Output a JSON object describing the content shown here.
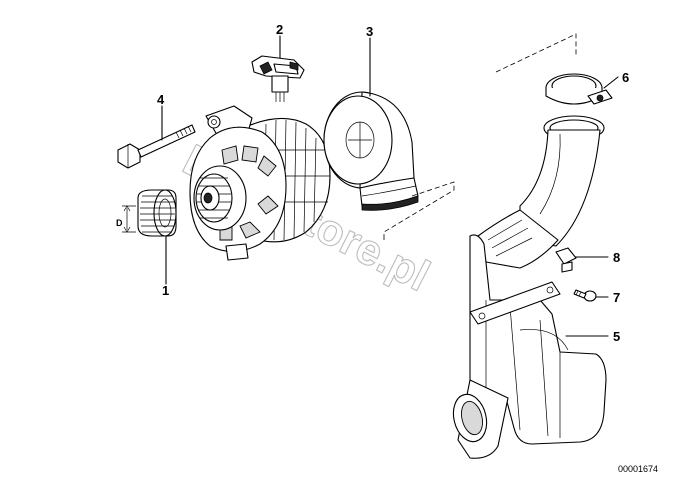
{
  "callouts": {
    "c1": "1",
    "c2": "2",
    "c3": "3",
    "c4": "4",
    "c5": "5",
    "c6": "6",
    "c7": "7",
    "c8": "8"
  },
  "dimension_label": "D",
  "diagram_id": "00001674",
  "watermark": "BMWstore.pl"
}
